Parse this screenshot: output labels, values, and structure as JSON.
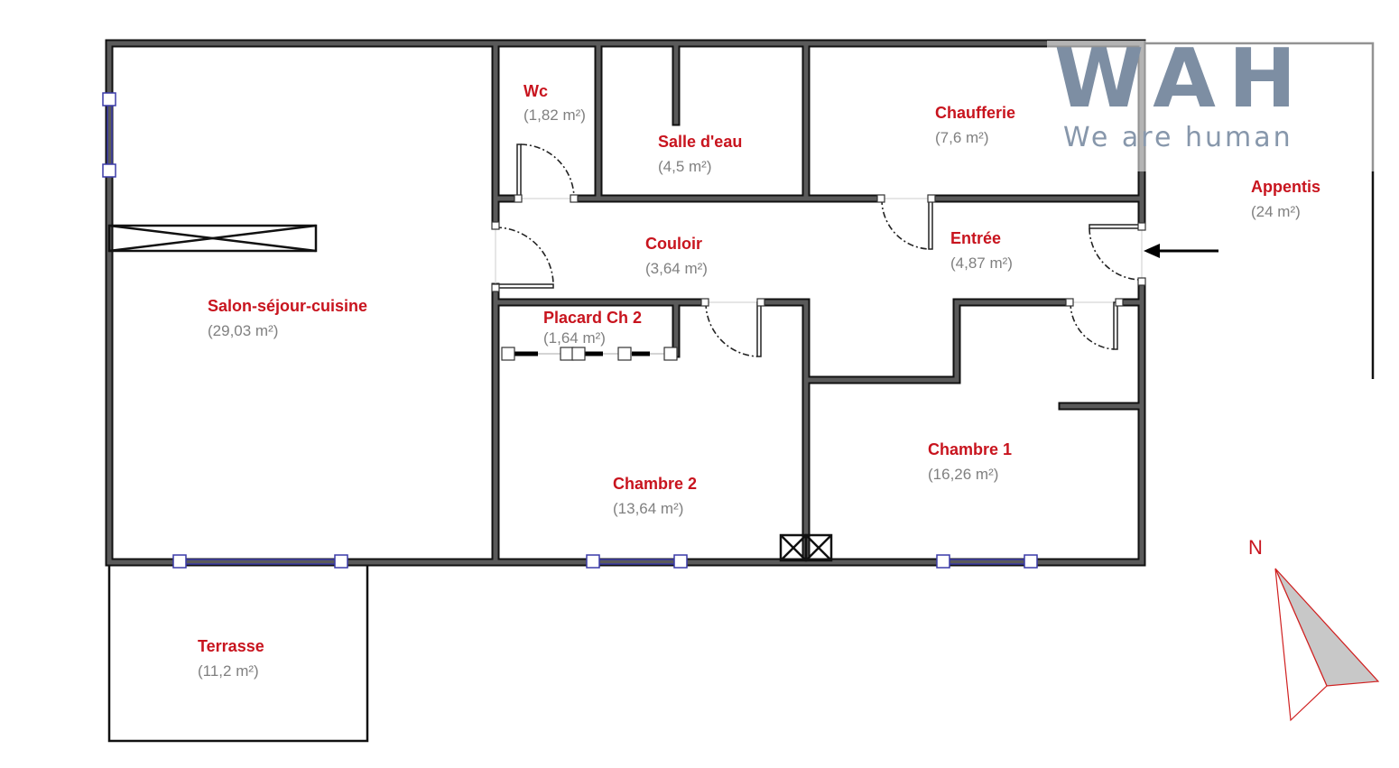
{
  "rooms": [
    {
      "name": "Wc",
      "area": "(1,82 m²)"
    },
    {
      "name": "Salle d'eau",
      "area": "(4,5 m²)"
    },
    {
      "name": "Chaufferie",
      "area": "(7,6 m²)"
    },
    {
      "name": "Appentis",
      "area": "(24 m²)"
    },
    {
      "name": "Couloir",
      "area": "(3,64 m²)"
    },
    {
      "name": "Entrée",
      "area": "(4,87 m²)"
    },
    {
      "name": "Salon-séjour-cuisine",
      "area": "(29,03 m²)"
    },
    {
      "name": "Placard Ch 2",
      "area": "(1,64 m²)"
    },
    {
      "name": "Chambre 1",
      "area": "(16,26 m²)"
    },
    {
      "name": "Chambre 2",
      "area": "(13,64 m²)"
    },
    {
      "name": "Terrasse",
      "area": "(11,2 m²)"
    }
  ],
  "compass": {
    "label": "N"
  },
  "watermark": {
    "title": "WAH",
    "tagline": "We are human"
  },
  "colors": {
    "label": "#c8141e",
    "area": "#808080",
    "window": "#3a3aa8",
    "wall": "#5a5a5a"
  }
}
